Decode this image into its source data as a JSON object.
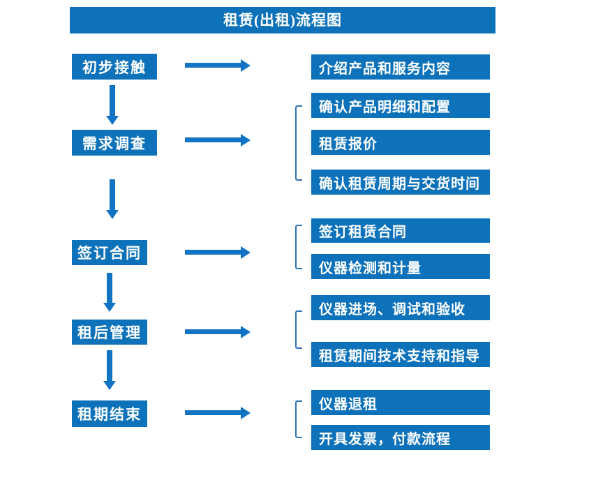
{
  "title": "租赁(出租)流程图",
  "colors": {
    "primary": "#0E72BA",
    "arrow": "#1173C4",
    "bracket": "#2E75B6",
    "text_on_primary": "#FFFFFF",
    "background": "#FFFFFF"
  },
  "steps": [
    {
      "label": "初步接触"
    },
    {
      "label": "需求调查"
    },
    {
      "label": "签订合同"
    },
    {
      "label": "租后管理"
    },
    {
      "label": "租期结束"
    }
  ],
  "details": [
    {
      "label": "介绍产品和服务内容"
    },
    {
      "label": "确认产品明细和配置"
    },
    {
      "label": "租赁报价"
    },
    {
      "label": "确认租赁周期与交货时间"
    },
    {
      "label": "签订租赁合同"
    },
    {
      "label": "仪器检测和计量"
    },
    {
      "label": "仪器进场、调试和验收"
    },
    {
      "label": "租赁期间技术支持和指导"
    },
    {
      "label": "仪器退租"
    },
    {
      "label": "开具发票，付款流程"
    }
  ]
}
